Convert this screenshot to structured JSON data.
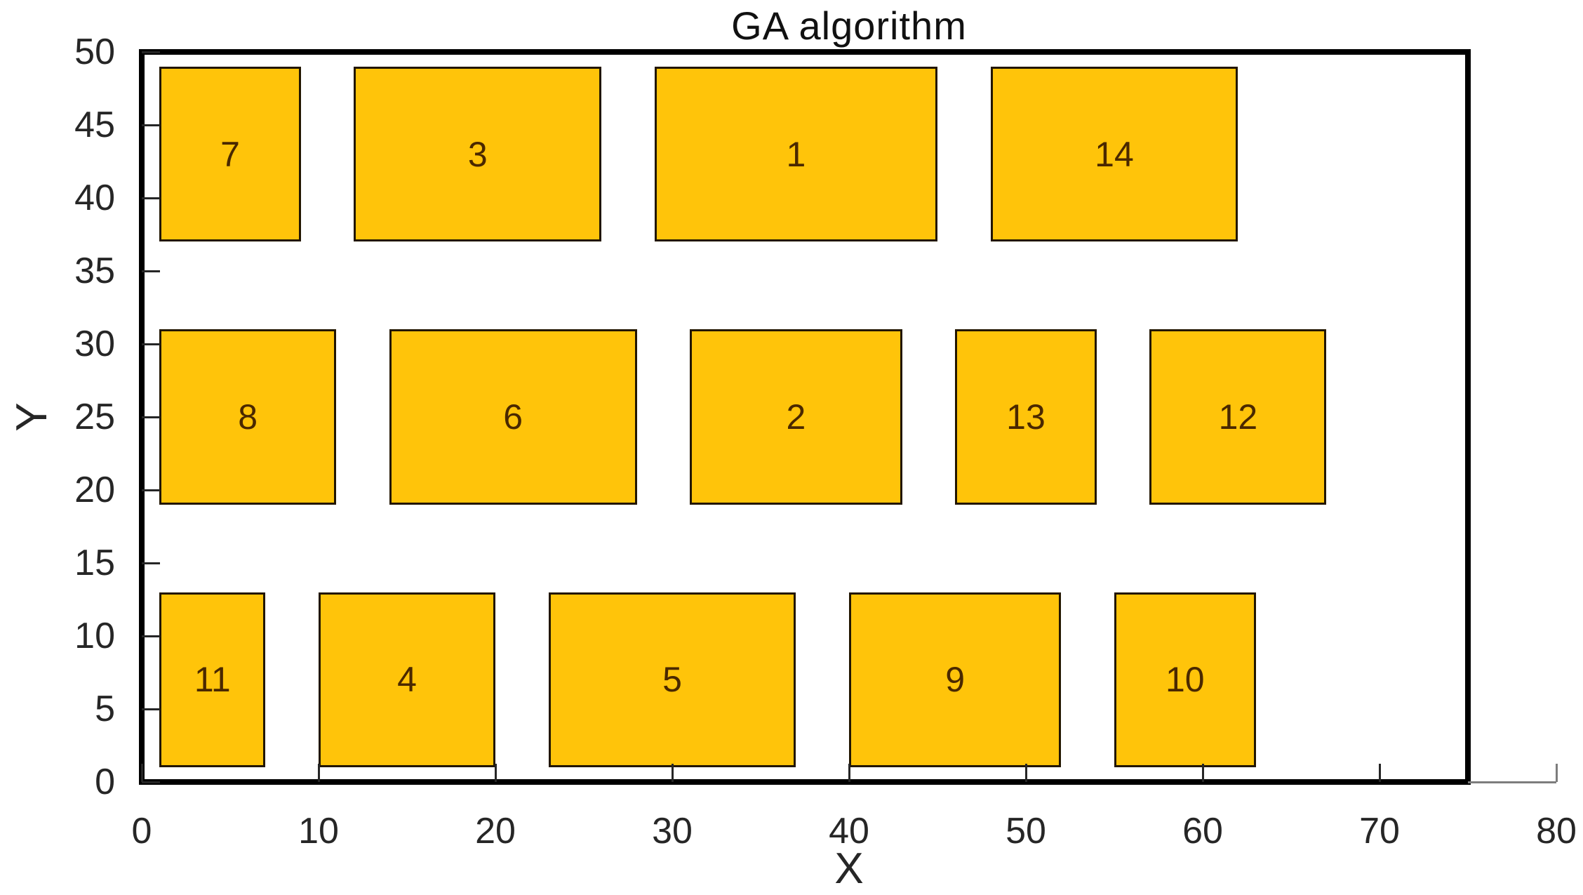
{
  "figure": {
    "title": "GA algorithm",
    "x_axis_label": "X",
    "y_axis_label": "Y"
  },
  "chart_data": {
    "type": "rect-packing",
    "title": "GA algorithm",
    "xlabel": "X",
    "ylabel": "Y",
    "xlim": [
      0,
      80
    ],
    "ylim": [
      0,
      50
    ],
    "x_ticks": [
      0,
      10,
      20,
      30,
      40,
      50,
      60,
      70,
      80
    ],
    "y_ticks": [
      0,
      5,
      10,
      15,
      20,
      25,
      30,
      35,
      40,
      45,
      50
    ],
    "grid": false,
    "legend": "none",
    "container": {
      "x": 0,
      "y": 0,
      "width": 75,
      "height": 50
    },
    "rectangles": [
      {
        "id": "7",
        "x": 1,
        "y": 37,
        "w": 8,
        "h": 12
      },
      {
        "id": "3",
        "x": 12,
        "y": 37,
        "w": 14,
        "h": 12
      },
      {
        "id": "1",
        "x": 29,
        "y": 37,
        "w": 16,
        "h": 12
      },
      {
        "id": "14",
        "x": 48,
        "y": 37,
        "w": 14,
        "h": 12
      },
      {
        "id": "8",
        "x": 1,
        "y": 19,
        "w": 10,
        "h": 12
      },
      {
        "id": "6",
        "x": 14,
        "y": 19,
        "w": 14,
        "h": 12
      },
      {
        "id": "2",
        "x": 31,
        "y": 19,
        "w": 12,
        "h": 12
      },
      {
        "id": "13",
        "x": 46,
        "y": 19,
        "w": 8,
        "h": 12
      },
      {
        "id": "12",
        "x": 57,
        "y": 19,
        "w": 10,
        "h": 12
      },
      {
        "id": "11",
        "x": 1,
        "y": 1,
        "w": 6,
        "h": 12
      },
      {
        "id": "4",
        "x": 10,
        "y": 1,
        "w": 10,
        "h": 12
      },
      {
        "id": "5",
        "x": 23,
        "y": 1,
        "w": 14,
        "h": 12
      },
      {
        "id": "9",
        "x": 40,
        "y": 1,
        "w": 12,
        "h": 12
      },
      {
        "id": "10",
        "x": 55,
        "y": 1,
        "w": 8,
        "h": 12
      }
    ]
  },
  "colors": {
    "rect_fill": "#FFC40A",
    "rect_border": "#221600",
    "rect_label": "#4A2800",
    "container_border": "#000000",
    "tick": "#262626",
    "text": "#262626",
    "axis_extension": "#7D7D7D",
    "background": "#FFFFFF"
  }
}
